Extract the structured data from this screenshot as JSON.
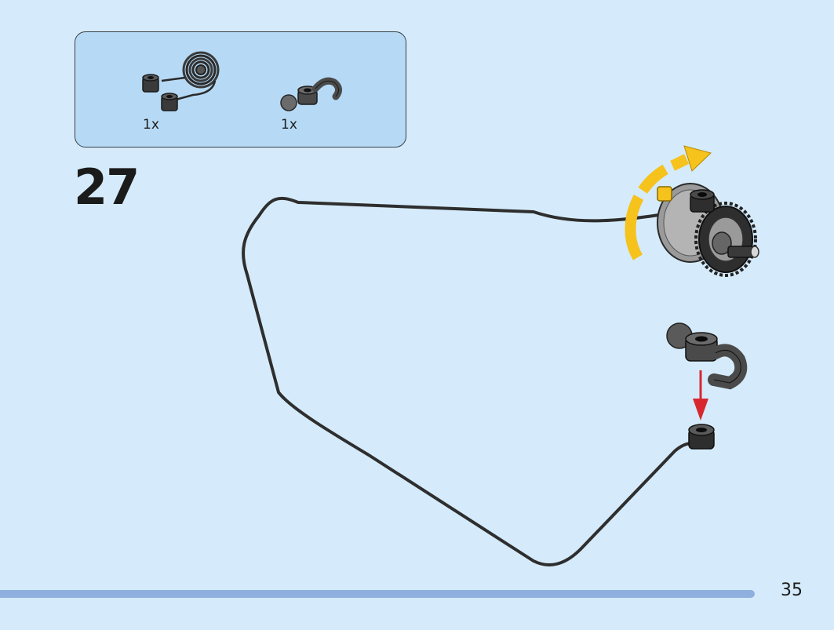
{
  "parts_list": {
    "items": [
      {
        "name": "string-with-bushes",
        "quantity_label": "1x",
        "icon": "string-coil-icon"
      },
      {
        "name": "hook-with-ball",
        "quantity_label": "1x",
        "icon": "hook-ball-icon"
      }
    ]
  },
  "step": {
    "number": "27"
  },
  "page": {
    "number": "35"
  },
  "colors": {
    "background": "#d5ebfb",
    "parts_box": "#b6daf5",
    "progress_bar": "#8fb0df",
    "arrow_yellow": "#f6c21c",
    "arrow_red": "#d7282f",
    "string": "#2e2e2e"
  }
}
